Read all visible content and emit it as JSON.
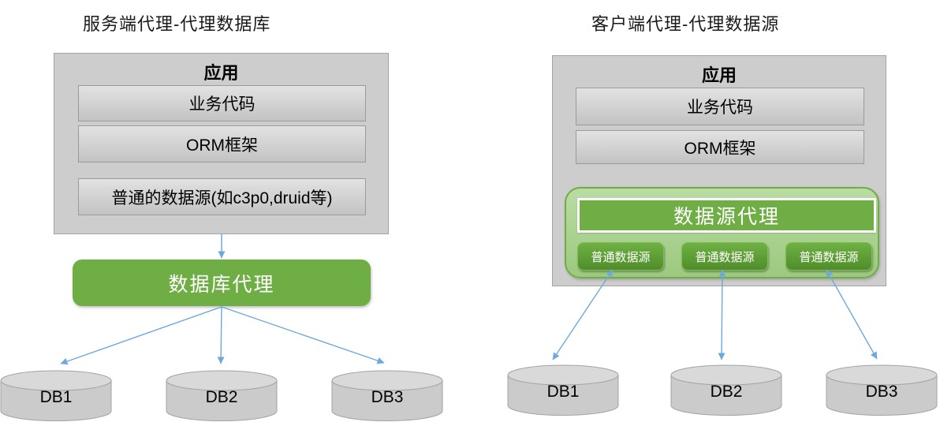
{
  "left": {
    "title": "服务端代理-代理数据库",
    "app_title": "应用",
    "layers": [
      "业务代码",
      "ORM框架",
      "普通的数据源(如c3p0,druid等)"
    ],
    "proxy_label": "数据库代理",
    "databases": [
      "DB1",
      "DB2",
      "DB3"
    ]
  },
  "right": {
    "title": "客户端代理-代理数据源",
    "app_title": "应用",
    "layers": [
      "业务代码",
      "ORM框架"
    ],
    "proxy_label": "数据源代理",
    "datasources": [
      "普通数据源",
      "普通数据源",
      "普通数据源"
    ],
    "databases": [
      "DB1",
      "DB2",
      "DB3"
    ]
  },
  "colors": {
    "solid_green": "#6fae44",
    "light_green_top": "#b9dca4",
    "light_green_bottom": "#9cc97f",
    "small_green_top": "#6fb144",
    "small_green_bottom": "#4f8d2a",
    "gray_fill": "#cdcdcd",
    "gray_border": "#a3a3a3",
    "layer_gradient_top": "#e2e2e2",
    "layer_gradient_bottom": "#c3c3c3",
    "cylinder_body": "#cbcbcb",
    "cylinder_top": "#d9d9d9",
    "arrow_blue": "#6fa8dc",
    "text_white": "#ffffff",
    "text_black": "#000000"
  }
}
